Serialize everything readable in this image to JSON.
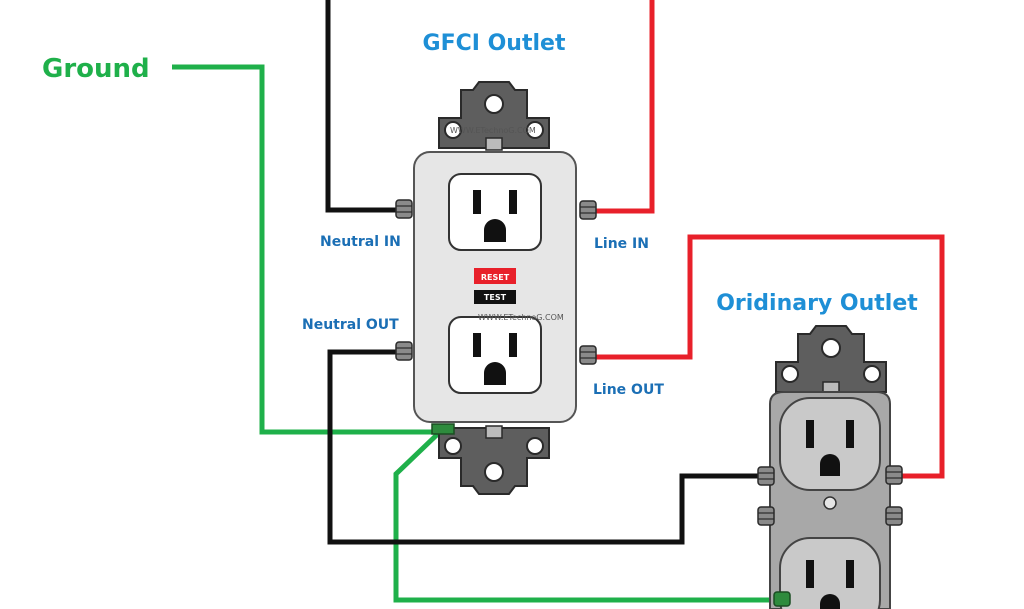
{
  "titles": {
    "gfci": "GFCI Outlet",
    "ordinary": "Oridinary Outlet"
  },
  "labels": {
    "ground": "Ground",
    "neutral_in": "Neutral IN",
    "line_in": "Line IN",
    "neutral_out": "Neutral OUT",
    "line_out": "Line OUT"
  },
  "buttons": {
    "reset": "RESET",
    "test": "TEST"
  },
  "watermarks": {
    "top": "WWW.ETechnoG.COM",
    "middle": "WWW.ETechnoG.COM"
  },
  "colors": {
    "title_blue": "#1e8fd6",
    "terminal_label_blue": "#1b6fb5",
    "ground_green": "#1fb04a",
    "line_red": "#e8202a",
    "neutral_black": "#111111",
    "gfci_body": "#e6e6e6",
    "ordinary_body": "#a8a8a8",
    "reset_red": "#e8202a"
  }
}
